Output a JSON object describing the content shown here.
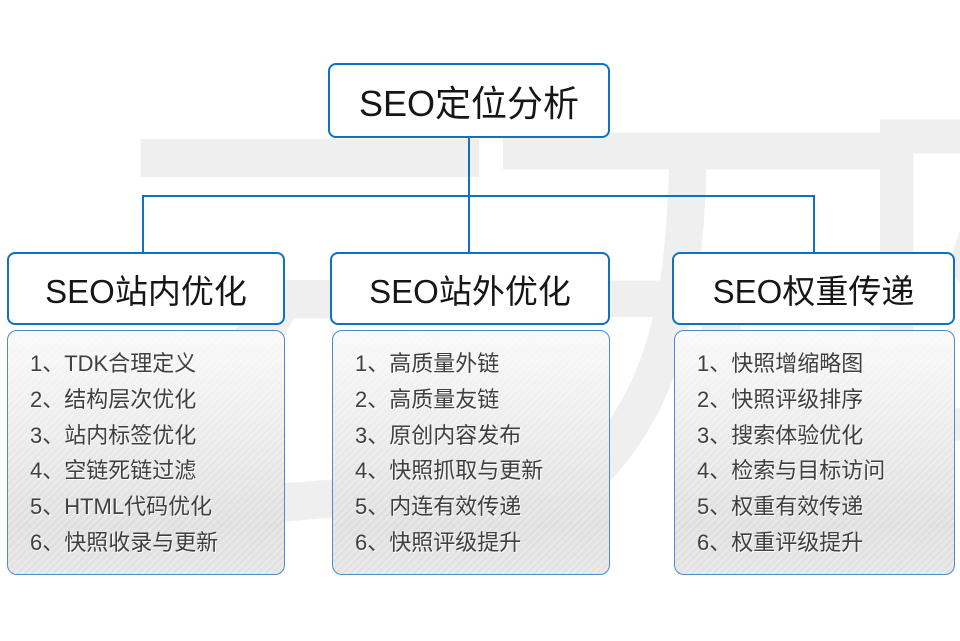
{
  "watermark": {
    "text": "云无限"
  },
  "root": {
    "title": "SEO定位分析"
  },
  "columns": [
    {
      "title": "SEO站内优化",
      "items": [
        "1、TDK合理定义",
        "2、结构层次优化",
        "3、站内标签优化",
        "4、空链死链过滤",
        "5、HTML代码优化",
        "6、快照收录与更新"
      ]
    },
    {
      "title": "SEO站外优化",
      "items": [
        "1、高质量外链",
        "2、高质量友链",
        "3、原创内容发布",
        "4、快照抓取与更新",
        "5、内连有效传递",
        "6、快照评级提升"
      ]
    },
    {
      "title": "SEO权重传递",
      "items": [
        "1、快照增缩略图",
        "2、快照评级排序",
        "3、搜索体验优化",
        "4、检索与目标访问",
        "5、权重有效传递",
        "6、权重评级提升"
      ]
    }
  ],
  "colors": {
    "accent_blue": "#0d71c4",
    "list_border_blue": "#4a8ccd",
    "node_text": "#161616",
    "list_text": "#3f3f3f",
    "watermark_gray": "#efefef",
    "list_gradient_top": "#f9f9f9",
    "list_gradient_bottom": "#e4e4e4"
  }
}
